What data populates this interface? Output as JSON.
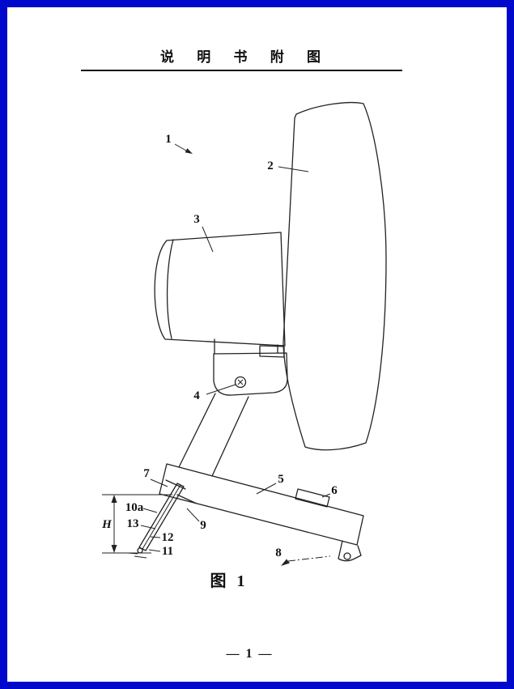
{
  "page": {
    "header_title": "说 明 书 附 图",
    "figure_caption": "图 1",
    "page_number": "— 1 —"
  },
  "colors": {
    "frame_blue": "#0008CC",
    "ink": "#222222"
  },
  "figure_labels": {
    "l1": "1",
    "l2": "2",
    "l3": "3",
    "l4": "4",
    "l5": "5",
    "l6": "6",
    "l7": "7",
    "l8": "8",
    "l9": "9",
    "l10a": "10a",
    "l11": "11",
    "l12": "12",
    "l13": "13",
    "dim_h": "H"
  }
}
